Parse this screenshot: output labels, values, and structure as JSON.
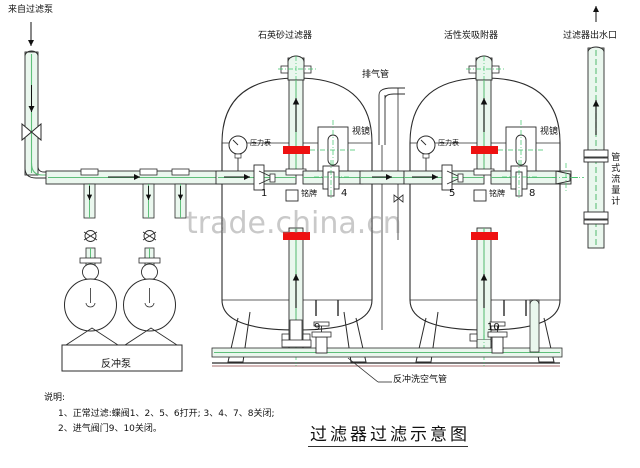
{
  "diagram": {
    "title": "过滤器过滤示意图",
    "watermark": "trade.china.cn"
  },
  "labels": {
    "inlet_from_pump": "来自过滤泵",
    "sand_filter": "石英砂过滤器",
    "carbon_adsorber": "活性炭吸附器",
    "vent_pipe": "排气管",
    "outlet": "过滤器出水口",
    "flow_meter_vertical": "管式流量计",
    "backwash_air_pipe": "反冲洗空气管",
    "backwash_pump": "反冲泵",
    "pressure_gauge_1": "压力表",
    "pressure_gauge_2": "压力表",
    "sight_glass_1": "视镜",
    "sight_glass_2": "视镜",
    "nameplate_1": "铭牌",
    "nameplate_2": "铭牌"
  },
  "valve_numbers": {
    "v1": "1",
    "v4": "4",
    "v5": "5",
    "v8": "8",
    "v9": "9",
    "v10": "10"
  },
  "notes": {
    "heading": "说明:",
    "line1": "1、正常过滤:蝶阀1、2、5、6打开; 3、4、7、8关闭;",
    "line2": "2、进气阀门9、10关闭。"
  },
  "colors": {
    "pipe_green": "#5fbf7a",
    "pipe_fill": "#e9f7ec",
    "outline": "#2b2b2b",
    "valve_red": "#ee1111",
    "centerline_green": "#3ec46a",
    "background": "#ffffff"
  }
}
